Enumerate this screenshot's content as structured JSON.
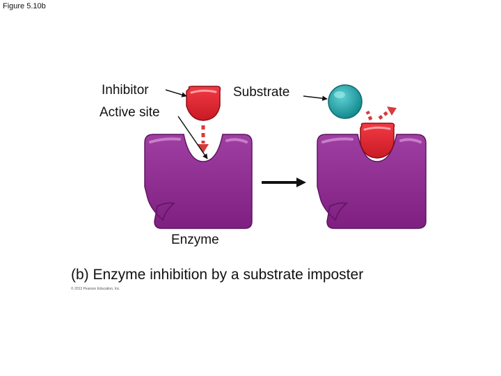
{
  "figure_label": "Figure 5.10b",
  "labels": {
    "inhibitor": "Inhibitor",
    "active_site": "Active site",
    "substrate": "Substrate",
    "enzyme": "Enzyme"
  },
  "caption": "(b) Enzyme inhibition by a substrate imposter",
  "copyright": "© 2013 Pearson Education, Inc.",
  "colors": {
    "enzyme": "#8e2a90",
    "inhibitor": "#e5222e",
    "substrate": "#1fa8ae",
    "arrow": "#d93a3a"
  }
}
